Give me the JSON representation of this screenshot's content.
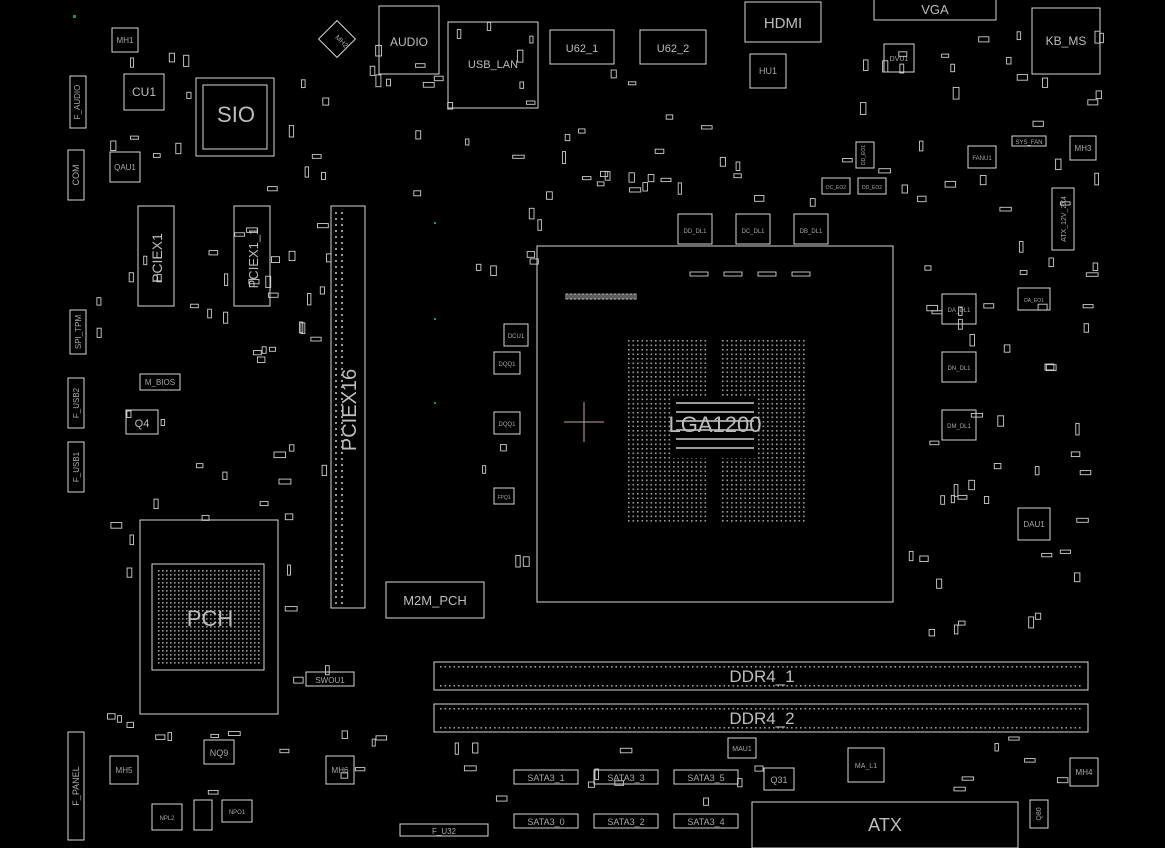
{
  "labels": {
    "mh1": "MH1",
    "f_audio": "F_AUDIO",
    "cu1": "CU1",
    "sio": "SIO",
    "mh2": "MH2",
    "audio": "AUDIO",
    "usb_lan": "USB_LAN",
    "u62_1": "U62_1",
    "u62_2": "U62_2",
    "hdmi": "HDMI",
    "hu1": "HU1",
    "vga": "VGA",
    "dvu1": "DVU1",
    "kb_ms": "KB_MS",
    "com": "COM",
    "qau1": "QAU1",
    "pciex1": "PCIEX1",
    "pciex1_1": "PCIEX1_1",
    "spi_tpm": "SPI_TPM",
    "m_bios": "M_BIOS",
    "f_usb2": "F_USB2",
    "q4": "Q4",
    "f_usb1": "F_USB1",
    "pciex16": "PCIEX16",
    "lga1200": "LGA1200",
    "pch": "PCH",
    "m2m_pch": "M2M_PCH",
    "swou1": "SWOU1",
    "ddr4_1": "DDR4_1",
    "ddr4_2": "DDR4_2",
    "f_panel": "F_PANEL",
    "mh5": "MH5",
    "nq9": "NQ9",
    "mh6": "MH6",
    "npl2": "NPL2",
    "npo1": "NPO1",
    "f_u32": "F_U32",
    "sata3_1": "SATA3_1",
    "sata3_3": "SATA3_3",
    "sata3_5": "SATA3_5",
    "sata3_0": "SATA3_0",
    "sata3_2": "SATA3_2",
    "sata3_4": "SATA3_4",
    "mau1": "MAU1",
    "q31": "Q31",
    "ma_l1": "MA_L1",
    "atx": "ATX",
    "mh4": "MH4",
    "q80": "Q80",
    "mh3": "MH3",
    "fanu1": "FANU1",
    "sys_fan": "SYS_FAN",
    "atx_12v_2x4": "ATX_12V_2X4",
    "da_dl1": "DA_DL1",
    "da_eo1": "DA_EO1",
    "dm_dl1": "DM_DL1",
    "dn_dl1": "DN_DL1",
    "dau1": "DAU1",
    "dd_dl1": "DD_DL1",
    "dc_dl1": "DC_DL1",
    "db_dl1": "DB_DL1",
    "dd_eo1": "DD_EO1",
    "dc_eo2": "DC_EO2",
    "dd_eo2": "DD_EO2",
    "dcu1": "DCU1",
    "dqq1": "DQQ1",
    "dqq2": "DQQ1",
    "fpq1": "FPQ1"
  },
  "colors": {
    "background": "#000000",
    "outline": "#d6d6d6",
    "label": "#bdbdbd",
    "cursor": "#c0a0a0",
    "marker": "#1f8f5f"
  }
}
